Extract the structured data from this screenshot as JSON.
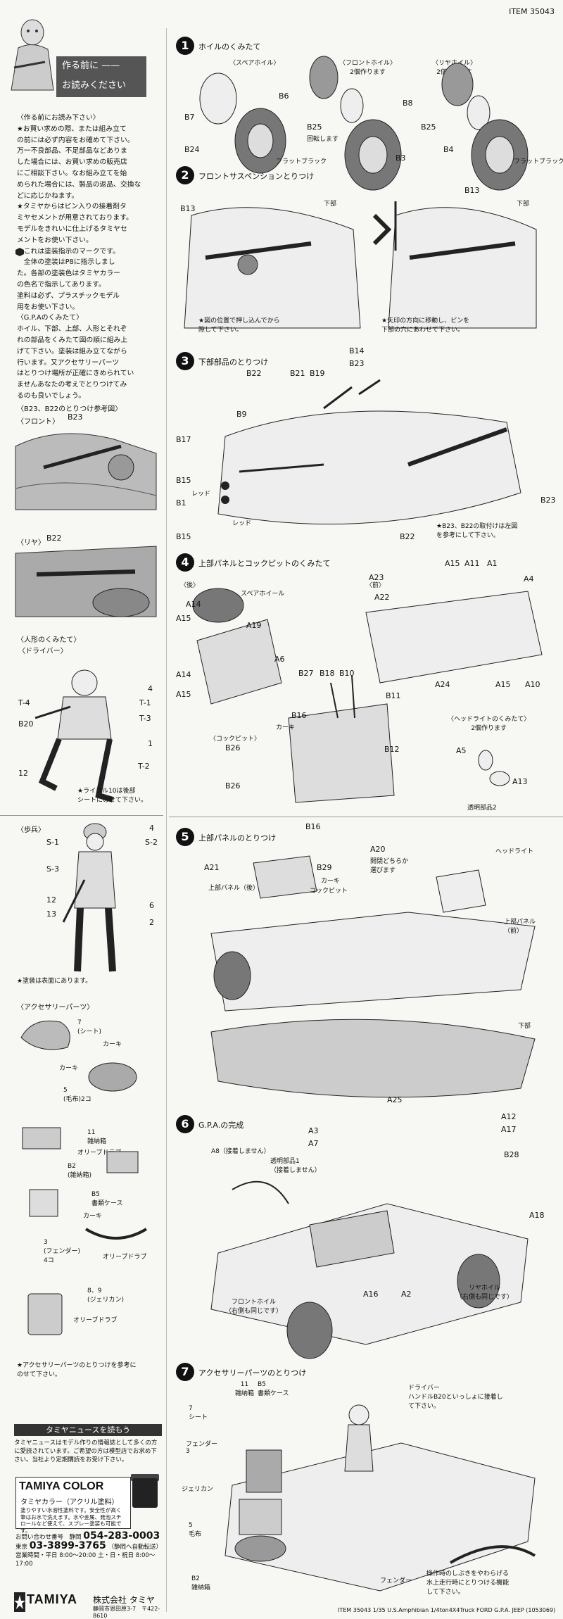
{
  "header": {
    "item_top": "ITEM 35043"
  },
  "readme": {
    "line1": "作る前に ——",
    "line2": "お読みください"
  },
  "notes": {
    "lines": [
      "〈作る前にお読み下さい〉",
      "★お買い求めの際、または組み立て",
      "の前には必ず内容をお確めて下さい。",
      "万一不良部品、不足部品などありま",
      "した場合には、お買い求めの販売店",
      "にご相談下さい。なお組み立てを始",
      "められた場合には、製品の返品、交換な",
      "どに応じかねます。",
      "★タミヤからはピン入りの接着剤タ",
      "ミヤセメントが用意されております。",
      "モデルをきれいに仕上げるタミヤセ",
      "メントをお使い下さい。",
      "　これは塗装指示のマークです。",
      "　全体の塗装はP8に指示しまし",
      "た。各部の塗装色はタミヤカラー",
      "の色名で指示してあります。",
      "塗料は必ず、プラスチックモデル",
      "用をお使い下さい。",
      "〈G.P.Aのくみたて〉",
      "ホイル、下部、上部、人形とそれぞ",
      "れの部品をくみたて図の順に組み上",
      "げて下さい。塗装は組み立てながら",
      "行います。又アクセサリーパーツ",
      "はとりつけ場所が正確にきめられてい",
      "ませんあなたの考えでとりつけてみ",
      "るのも良いでしょう。"
    ]
  },
  "left_sections": {
    "b23_b22_ref": "〈B23、B22のとりつけ参考図〉",
    "front": "〈フロント〉",
    "front_part": "B23",
    "rear": "〈リヤ〉",
    "rear_part": "B22",
    "figure_title": "〈人形のくみたて〉",
    "driver": "〈ドライバー〉",
    "driver_parts": [
      "T-4",
      "B20",
      "12",
      "4",
      "T-1",
      "T-3",
      "1",
      "T-2"
    ],
    "rifle_note": "★ライフル10は後部\nシートにのせて下さい。",
    "infantry": "〈歩兵〉",
    "infantry_parts": [
      "S-1",
      "S-3",
      "12",
      "13",
      "4",
      "S-2",
      "6",
      "2"
    ],
    "paint_note": "★塗装は表面にあります。",
    "accessory_title": "〈アクセサリーパーツ〉",
    "acc_7": "7\n(シート)",
    "acc_khaki": "カーキ",
    "acc_5": "5\n(毛布)2コ",
    "acc_11": "11\n雑納箱",
    "acc_olive": "オリーブドラブ",
    "acc_b2": "B2\n(雑納箱)",
    "acc_b5": "B5\n書類ケース",
    "acc_3": "3\n(フェンダー)\n4コ",
    "acc_89": "8、9\n(ジェリカン)",
    "acc_note": "★アクセサリーパーツのとりつけを参考に\nのせて下さい。"
  },
  "news": {
    "title": "タミヤニュースを読もう",
    "text": "タミヤニュースはモデル作りの情報誌として多くの方に愛読されています。ご希望の方は模型店でお求め下さい。当社より定期購読をお受け下さい。"
  },
  "tamiya_color": {
    "brand": "TAMIYA COLOR",
    "subtitle": "タミヤカラー（アクリル塗料）",
    "text": "塗りやすい水溶性塗料です。安全性が高く筆はお水で洗えます。水や金属、発泡スチロールなど使えて、スプレー塗装も可能です。"
  },
  "contact": {
    "inquiry": "お問い合わせ番号　静岡",
    "phone1": "054-283-0003",
    "tokyo": "東京",
    "phone2": "03-3899-3765",
    "tokyo_note": "（静岡へ自動転送）",
    "hours": "営業時間・平日 8:00〜20:00 土・日・祝日 8:00〜17:00"
  },
  "logo": {
    "name": "TAMIYA",
    "kana": "株式会社 タミヤ",
    "addr": "静岡市恩田原3-7　〒422-8610"
  },
  "footer": {
    "text": "ITEM 35043  1/35 U.S.Amphibian 1/4ton4X4Truck FORD G.P.A. JEEP (1053069)"
  },
  "steps": [
    {
      "num": "1",
      "title": "ホイルのくみたて"
    },
    {
      "num": "2",
      "title": "フロントサスペンションとりつけ"
    },
    {
      "num": "3",
      "title": "下部部品のとりつけ"
    },
    {
      "num": "4",
      "title": "上部パネルとコックピットのくみたて"
    },
    {
      "num": "5",
      "title": "上部パネルのとりつけ"
    },
    {
      "num": "6",
      "title": "G.P.A.の完成"
    },
    {
      "num": "7",
      "title": "アクセサリーパーツのとりつけ"
    }
  ],
  "step1": {
    "spare": "〈スペアホイル〉",
    "front": "〈フロントホイル〉\n2個作ります",
    "rear": "〈リヤホイル〉\n2個作ります",
    "parts": [
      "B7",
      "B6",
      "B25",
      "B24",
      "B3",
      "B8",
      "B25",
      "B4"
    ],
    "b25note": "回転します",
    "flat_black": "フラットブラック",
    "flat_black2": "フラットブラック"
  },
  "step2": {
    "parts": [
      "B13",
      "B13"
    ],
    "lower": "下部",
    "note1": "★図の位置で押し込んでから\n隙して下さい。",
    "note2": "★矢印の方向に移動し、ピンを\n下部の穴にあわせて下さい。"
  },
  "step3": {
    "parts": [
      "B22",
      "B21",
      "B19",
      "B14",
      "B23",
      "B9",
      "B17",
      "B15",
      "B1",
      "B15",
      "B22",
      "B23"
    ],
    "red": "レッド",
    "red2": "レッド",
    "note": "★B23、B22の取付けは左図\nを参考にして下さい。"
  },
  "step4": {
    "rear": "〈後〉",
    "front": "〈前〉",
    "spare": "スペアホイール",
    "parts": [
      "A14",
      "A15",
      "A19",
      "A6",
      "A14",
      "A15",
      "A23",
      "A22",
      "A15",
      "A11",
      "A1",
      "A4",
      "A24",
      "A15",
      "A10",
      "B27",
      "B18",
      "B10",
      "B16",
      "B11",
      "B26",
      "B12",
      "B26"
    ],
    "cockpit": "〈コックピット〉",
    "khaki": "カーキ",
    "headlight": "〈ヘッドライトのくみたて〉\n2個作ります",
    "a5": "A5",
    "a13": "A13",
    "clear": "透明部品2"
  },
  "step5": {
    "parts": [
      "A21",
      "B29",
      "A20",
      "B16",
      "A25"
    ],
    "a20note": "開閉どちらか\n選びます",
    "headlight": "ヘッドライト",
    "upper_rear": "上部パネル（後）",
    "khaki": "カーキ",
    "cockpit": "コックピット",
    "upper_front": "上部パネル\n（前）",
    "lower": "下部"
  },
  "step6": {
    "parts": [
      "A3",
      "A7",
      "A12",
      "A17",
      "B28",
      "A18",
      "A16",
      "A2"
    ],
    "a8": "A8（接着しません）",
    "clear": "透明部品1\n（接着しません）",
    "front_wheel": "フロントホイル\n（右側も同じです）",
    "rear_wheel": "リヤホイル\n（右側も同じです）"
  },
  "step7": {
    "items": [
      "11\n雑納箱",
      "B5\n書類ケース",
      "7\nシート",
      "フェンダー\n3",
      "ジェリカン",
      "5\n毛布",
      "B2\n雑納箱"
    ],
    "driver": "ドライバー\nハンドルB20といっしょに接着し\nて下さい。",
    "fender": "フェンダー",
    "note": "操作時のしぶきをやわらげる\n水上走行時にとりつける機能\nして下さい。"
  }
}
